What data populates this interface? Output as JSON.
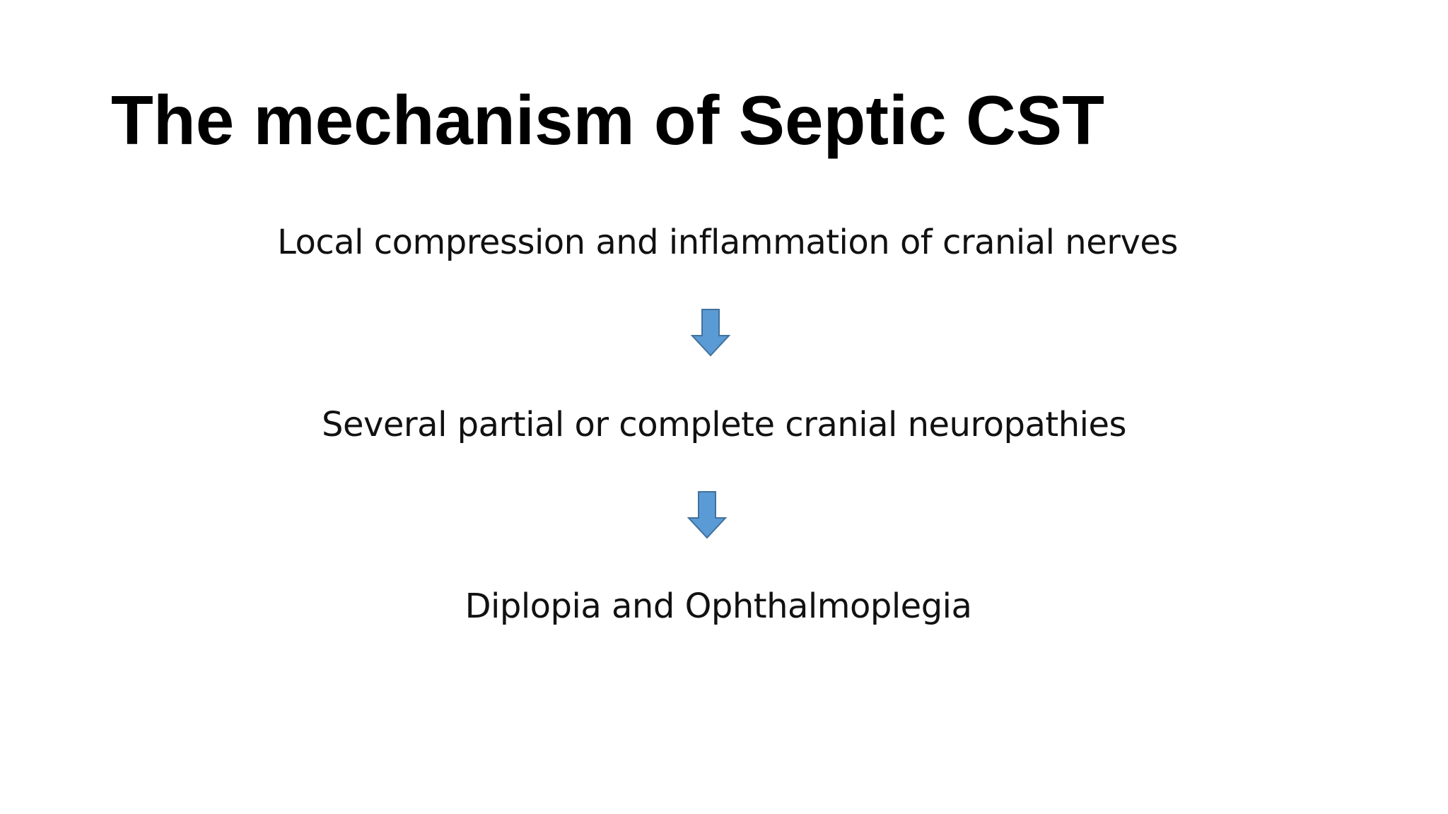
{
  "slide": {
    "title": "The mechanism of Septic CST"
  },
  "flow": {
    "steps": [
      {
        "text": "Local compression and inflammation of cranial nerves"
      },
      {
        "text": "Several partial or complete cranial neuropathies"
      },
      {
        "text": "Diplopia and Ophthalmoplegia"
      }
    ],
    "arrow_icon": "arrow-down-icon",
    "colors": {
      "arrow_fill": "#5b9bd5",
      "arrow_stroke": "#41719c",
      "text": "#111111",
      "title": "#000000"
    }
  }
}
